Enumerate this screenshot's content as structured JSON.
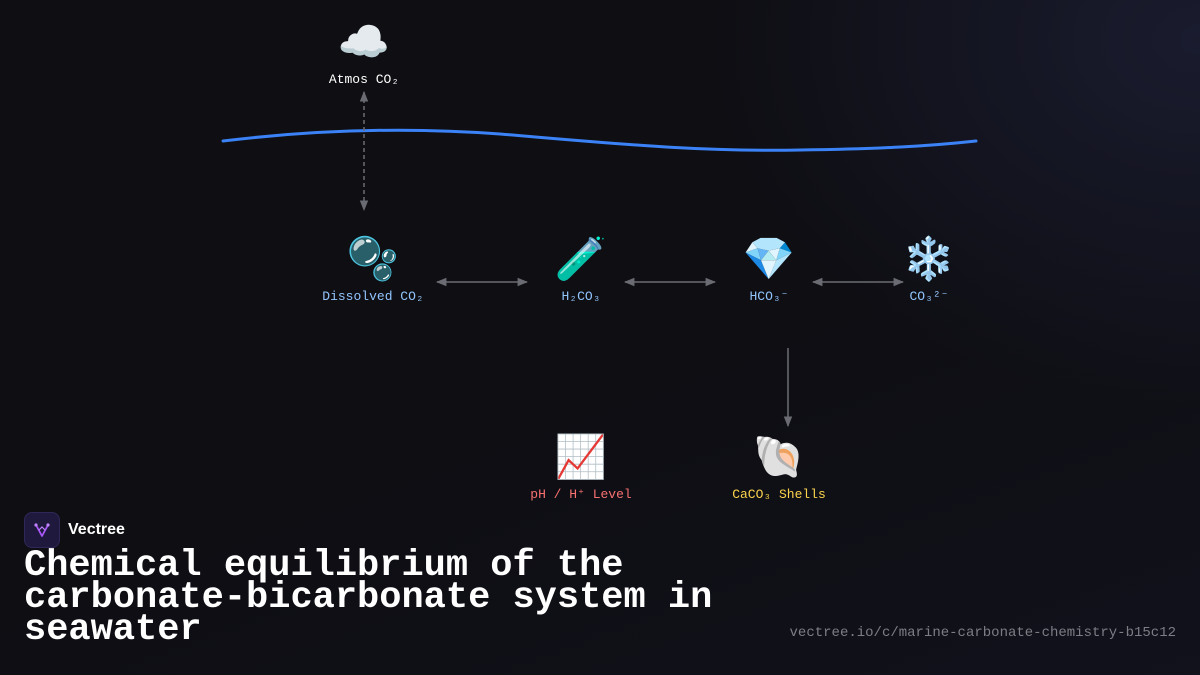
{
  "diagram": {
    "nodes": [
      {
        "id": "atmos",
        "icon": "☁️",
        "icon_name": "cloud-icon",
        "label": "Atmos CO₂",
        "color": "#ffffff"
      },
      {
        "id": "dissolved",
        "icon": "🫧",
        "icon_name": "bubbles-icon",
        "label": "Dissolved CO₂",
        "color": "#93c5fd"
      },
      {
        "id": "h2co3",
        "icon": "🧪",
        "icon_name": "test-tube-icon",
        "label": "H₂CO₃",
        "color": "#93c5fd"
      },
      {
        "id": "hco3",
        "icon": "💎",
        "icon_name": "gem-icon",
        "label": "HCO₃⁻",
        "color": "#93c5fd"
      },
      {
        "id": "co3",
        "icon": "❄️",
        "icon_name": "snowflake-icon",
        "label": "CO₃²⁻",
        "color": "#93c5fd"
      },
      {
        "id": "ph",
        "icon": "📈",
        "icon_name": "chart-increasing-icon",
        "label": "pH / H⁺ Level",
        "color": "#f87171"
      },
      {
        "id": "caco3",
        "icon": "🐚",
        "icon_name": "shell-icon",
        "label": "CaCO₃ Shells",
        "color": "#fcd34d"
      }
    ],
    "edges": [
      {
        "from": "atmos",
        "to": "dissolved",
        "style": "dashed",
        "direction": "both"
      },
      {
        "from": "dissolved",
        "to": "h2co3",
        "style": "solid",
        "direction": "both"
      },
      {
        "from": "h2co3",
        "to": "hco3",
        "style": "solid",
        "direction": "both"
      },
      {
        "from": "hco3",
        "to": "co3",
        "style": "solid",
        "direction": "both"
      },
      {
        "from": "hco3",
        "to": "caco3",
        "style": "solid",
        "direction": "forward"
      }
    ],
    "colors": {
      "surface_line": "#3b82f6",
      "arrow": "#6b6b73"
    }
  },
  "brand": {
    "name": "Vectree",
    "logo_color": "#a855f7"
  },
  "title": "Chemical equilibrium of the carbonate-bicarbonate system in seawater",
  "url": "vectree.io/c/marine-carbonate-chemistry-b15c12"
}
